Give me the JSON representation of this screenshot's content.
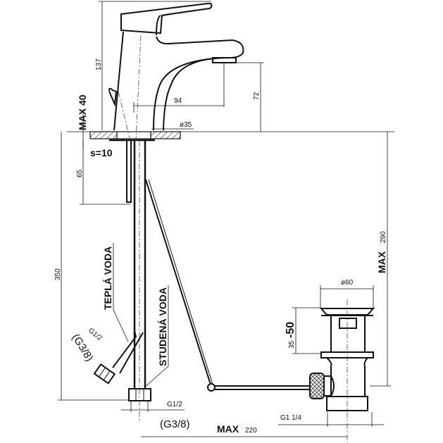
{
  "drawing": {
    "dim_faucet_height": "137",
    "dim_max_thickness": "MAX 40",
    "dim_spout_reach": "94",
    "dim_spout_height": "72",
    "dim_hole_diameter": "ø35",
    "dim_plate_thickness": "s=10",
    "dim_shank": "65",
    "dim_hose_length": "350",
    "label_hot_water": "TEPLÁ VODA",
    "label_cold_water": "STUDENÁ VODA",
    "hot_thread": "G1/2",
    "hot_thread_alt": "(G3/8)",
    "cold_thread": "G1/2",
    "cold_thread_alt": "(G3/8)",
    "dim_waste_diameter": "ø60",
    "dim_waste_range_low": "35",
    "dim_waste_range_high": "-50",
    "dim_max_depth_label": "MAX",
    "dim_max_depth": "290",
    "waste_thread": "G1 1/4",
    "dim_max_reach_label": "MAX",
    "dim_max_reach": "220"
  }
}
